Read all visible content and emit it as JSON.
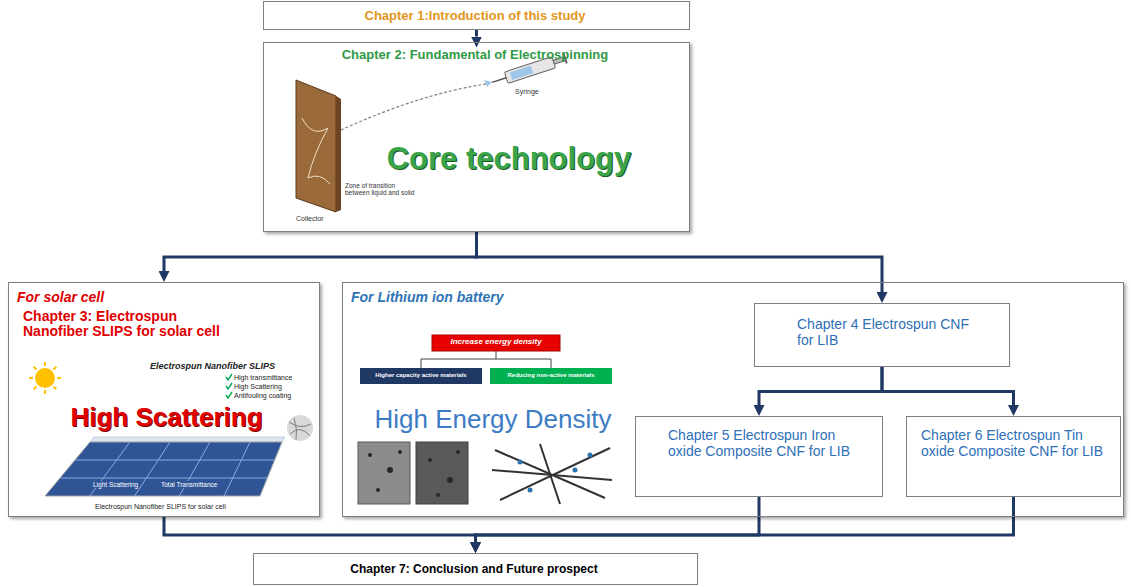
{
  "diagram": {
    "nodes": [
      {
        "text": [
          "Chapter 1:Introduction of this study"
        ]
      },
      {
        "text": [
          "Chapter 2: Fundamental of Electrospinning",
          "Core technology"
        ]
      },
      {
        "text": [
          "For solar cell",
          "Chapter 3: Electrospun Nanofiber SLIPS for solar cell",
          "High Scattering"
        ]
      },
      {
        "text": [
          "For Lithium ion battery",
          "High Energy Density"
        ]
      },
      {
        "text": [
          "Chapter 4 Electrospun CNF for LIB"
        ],
        "in": 3
      },
      {
        "text": [
          "Chapter 5 Electrospun Iron oxide Composite CNF for LIB"
        ],
        "in": 3
      },
      {
        "text": [
          "Chapter 6 Electrospun Tin oxide Composite CNF for LIB"
        ],
        "in": 3
      },
      {
        "text": [
          "Chapter 7: Conclusion and Future prospect"
        ]
      }
    ],
    "edges": [
      {
        "from": 0,
        "to": 1,
        "arrow": "to"
      },
      {
        "from": 1,
        "to": 2,
        "arrow": "to"
      },
      {
        "from": 1,
        "to": 4,
        "arrow": "to"
      },
      {
        "from": 4,
        "to": 5,
        "arrow": "to"
      },
      {
        "from": 4,
        "to": 6,
        "arrow": "to"
      },
      {
        "from": 2,
        "to": 7,
        "arrow": "to"
      },
      {
        "from": 5,
        "to": 7,
        "arrow": "to"
      },
      {
        "from": 6,
        "to": 7,
        "arrow": "to"
      }
    ],
    "labels": [
      "Syringe",
      "Zone of transition between liquid and solid",
      "Collector",
      "Electrospun Nanofiber SLIPS",
      "High transmittance",
      "High Scattering",
      "Antifouling coating",
      "Light Scattering",
      "Total Transmittance",
      "Electrospun Nanofiber SLIPS for solar cell",
      "Increase energy density",
      "Higher capacity active materials",
      "Reducing non-active materials"
    ]
  }
}
